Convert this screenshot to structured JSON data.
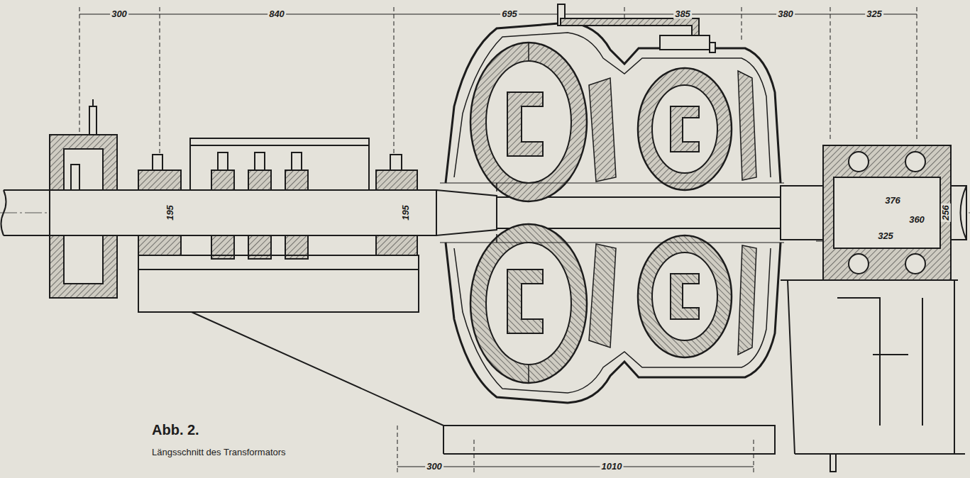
{
  "diagram": {
    "title": "Abb. 2.",
    "caption": "Längsschnitt des Transformators",
    "labels": [
      "300",
      "840",
      "695",
      "385",
      "380",
      "325",
      "195",
      "195",
      "376",
      "360",
      "325",
      "256",
      "300",
      "1010"
    ]
  }
}
